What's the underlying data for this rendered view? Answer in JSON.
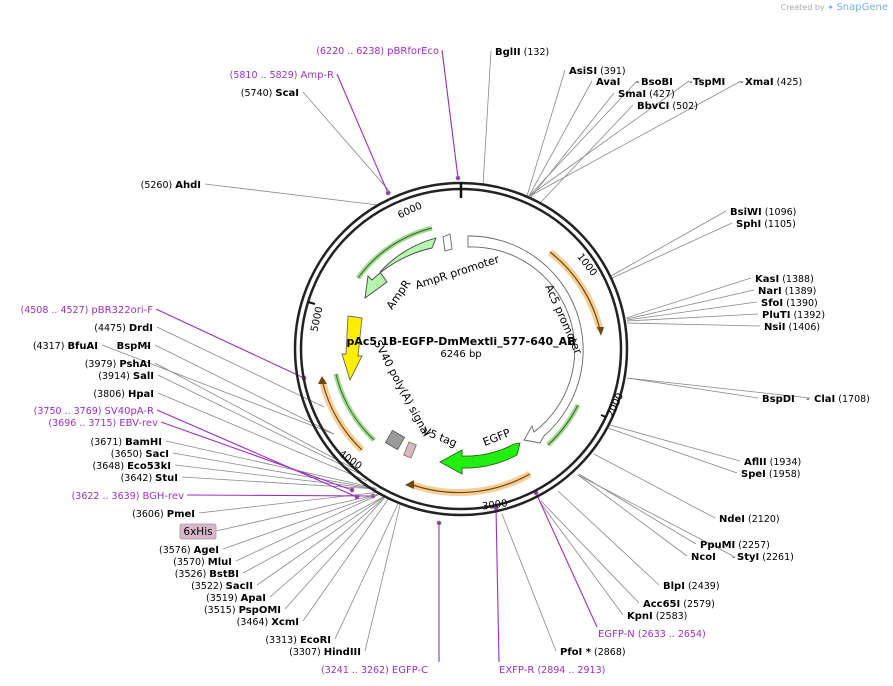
{
  "branding": {
    "created_by": "Created by",
    "product": "SnapGene"
  },
  "plasmid": {
    "name": "pAc5.1B-EGFP-DmMextli_577-640_AB",
    "size": "6246 bp"
  },
  "colors": {
    "primer": "#9b2fbf",
    "enzyme": "#000000",
    "backbone": "#222222",
    "orf": "#f2a640",
    "egfp": "#22ee11",
    "ampr": "#b6f5b0",
    "sv40": "#ffee00"
  },
  "ticks": [
    "1000",
    "2000",
    "3000",
    "4000",
    "5000",
    "6000"
  ],
  "enzymes": [
    {
      "name": "BglII",
      "pos": "(132)"
    },
    {
      "name": "AsiSI",
      "pos": "(391)"
    },
    {
      "name": "AvaI",
      "pos": ""
    },
    {
      "name": "BsoBI",
      "pos": ""
    },
    {
      "name": "TspMI",
      "pos": ""
    },
    {
      "name": "XmaI",
      "pos": "(425)"
    },
    {
      "name": "SmaI",
      "pos": "(427)"
    },
    {
      "name": "BbvCI",
      "pos": "(502)"
    },
    {
      "name": "BsiWI",
      "pos": "(1096)"
    },
    {
      "name": "SphI",
      "pos": "(1105)"
    },
    {
      "name": "KasI",
      "pos": "(1388)"
    },
    {
      "name": "NarI",
      "pos": "(1389)"
    },
    {
      "name": "SfoI",
      "pos": "(1390)"
    },
    {
      "name": "PluTI",
      "pos": "(1392)"
    },
    {
      "name": "NsiI",
      "pos": "(1406)"
    },
    {
      "name": "BspDI",
      "pos": ""
    },
    {
      "name": "ClaI",
      "pos": "(1708)"
    },
    {
      "name": "AflII",
      "pos": "(1934)"
    },
    {
      "name": "SpeI",
      "pos": "(1958)"
    },
    {
      "name": "NdeI",
      "pos": "(2120)"
    },
    {
      "name": "PpuMI",
      "pos": "(2257)"
    },
    {
      "name": "NcoI",
      "pos": ""
    },
    {
      "name": "StyI",
      "pos": "(2261)"
    },
    {
      "name": "BlpI",
      "pos": "(2439)"
    },
    {
      "name": "Acc65I",
      "pos": "(2579)"
    },
    {
      "name": "KpnI",
      "pos": "(2583)"
    },
    {
      "name": "PfoI *",
      "pos": "(2868)"
    },
    {
      "name": "HindIII",
      "pos": "(3307)"
    },
    {
      "name": "EcoRI",
      "pos": "(3313)"
    },
    {
      "name": "XcmI",
      "pos": "(3464)"
    },
    {
      "name": "PspOMI",
      "pos": "(3515)"
    },
    {
      "name": "ApaI",
      "pos": "(3519)"
    },
    {
      "name": "SacII",
      "pos": "(3522)"
    },
    {
      "name": "BstBI",
      "pos": "(3526)"
    },
    {
      "name": "MluI",
      "pos": "(3570)"
    },
    {
      "name": "AgeI",
      "pos": "(3576)"
    },
    {
      "name": "PmeI",
      "pos": "(3606)"
    },
    {
      "name": "StuI",
      "pos": "(3642)"
    },
    {
      "name": "Eco53kI",
      "pos": "(3648)"
    },
    {
      "name": "SacI",
      "pos": "(3650)"
    },
    {
      "name": "BamHI",
      "pos": "(3671)"
    },
    {
      "name": "HpaI",
      "pos": "(3806)"
    },
    {
      "name": "SalI",
      "pos": "(3914)"
    },
    {
      "name": "PshAI",
      "pos": "(3979)"
    },
    {
      "name": "BfuAI",
      "pos": "(4317)"
    },
    {
      "name": "BspMI",
      "pos": ""
    },
    {
      "name": "DrdI",
      "pos": "(4475)"
    },
    {
      "name": "AhdI",
      "pos": "(5260)"
    },
    {
      "name": "ScaI",
      "pos": "(5740)"
    }
  ],
  "primers": [
    {
      "name": "pBRforEco",
      "range": "(6220 .. 6238)"
    },
    {
      "name": "Amp-R",
      "range": "(5810 .. 5829)"
    },
    {
      "name": "pBR322ori-F",
      "range": "(4508 .. 4527)"
    },
    {
      "name": "SV40pA-R",
      "range": "(3750 .. 3769)"
    },
    {
      "name": "EBV-rev",
      "range": "(3696 .. 3715)"
    },
    {
      "name": "BGH-rev",
      "range": "(3622 .. 3639)"
    },
    {
      "name": "EGFP-C",
      "range": "(3241 .. 3262)"
    },
    {
      "name": "EXFP-R",
      "range": "(2894 .. 2913)"
    },
    {
      "name": "EGFP-N",
      "range": "(2633 .. 2654)"
    }
  ],
  "features": [
    {
      "name": "AmpR promoter"
    },
    {
      "name": "AmpR"
    },
    {
      "name": "Ac5 promoter"
    },
    {
      "name": "SV40 poly(A) signal"
    },
    {
      "name": "V5 tag"
    },
    {
      "name": "EGFP"
    },
    {
      "name": "6xHis"
    }
  ]
}
